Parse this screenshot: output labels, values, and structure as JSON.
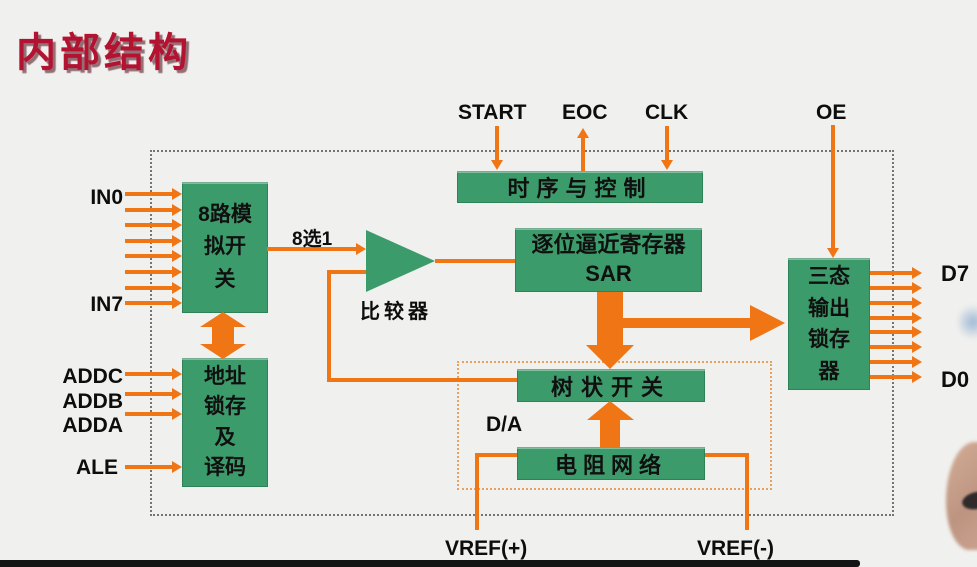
{
  "title": "内部结构",
  "colors": {
    "accent_orange": "#F07515",
    "block_green": "#3C9B6B",
    "title_red": "#B31230",
    "background": "#F0F0EE"
  },
  "pins": {
    "in0": "IN0",
    "in7": "IN7",
    "addc": "ADDC",
    "addb": "ADDB",
    "adda": "ADDA",
    "ale": "ALE",
    "start": "START",
    "eoc": "EOC",
    "clk": "CLK",
    "oe": "OE",
    "d7": "D7",
    "d0": "D0",
    "vref_pos": "VREF(+)",
    "vref_neg": "VREF(-)"
  },
  "blocks": {
    "mux": "8路模\n拟开\n关",
    "addr": "地址\n锁存\n及\n译码",
    "timing": "时序与控制",
    "sar": "逐位逼近寄存器\nSAR",
    "tree": "树状开关",
    "resistor": "电阻网络",
    "output_latch": "三态\n输出\n锁存\n器"
  },
  "labels": {
    "mux_select": "8选1",
    "comparator": "比较器",
    "da": "D/A"
  }
}
